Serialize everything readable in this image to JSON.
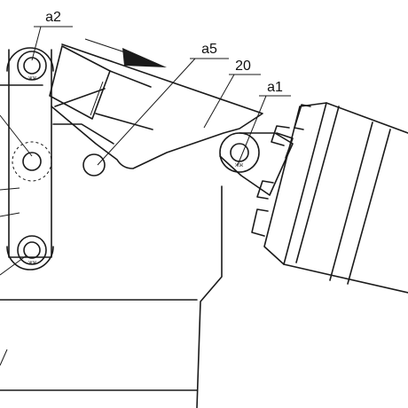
{
  "labels": {
    "a2": "a2",
    "a5": "a5",
    "n20": "20",
    "a1": "a1"
  },
  "pin_marks": {
    "a2": "ЖЖ",
    "lower": "ЖЖ",
    "a1": "ЖЖ"
  },
  "colors": {
    "line": "#1a1a1a",
    "background": "#ffffff"
  },
  "icons": {
    "direction_arrow": "arrow-right-icon",
    "pin": "pin-icon"
  }
}
